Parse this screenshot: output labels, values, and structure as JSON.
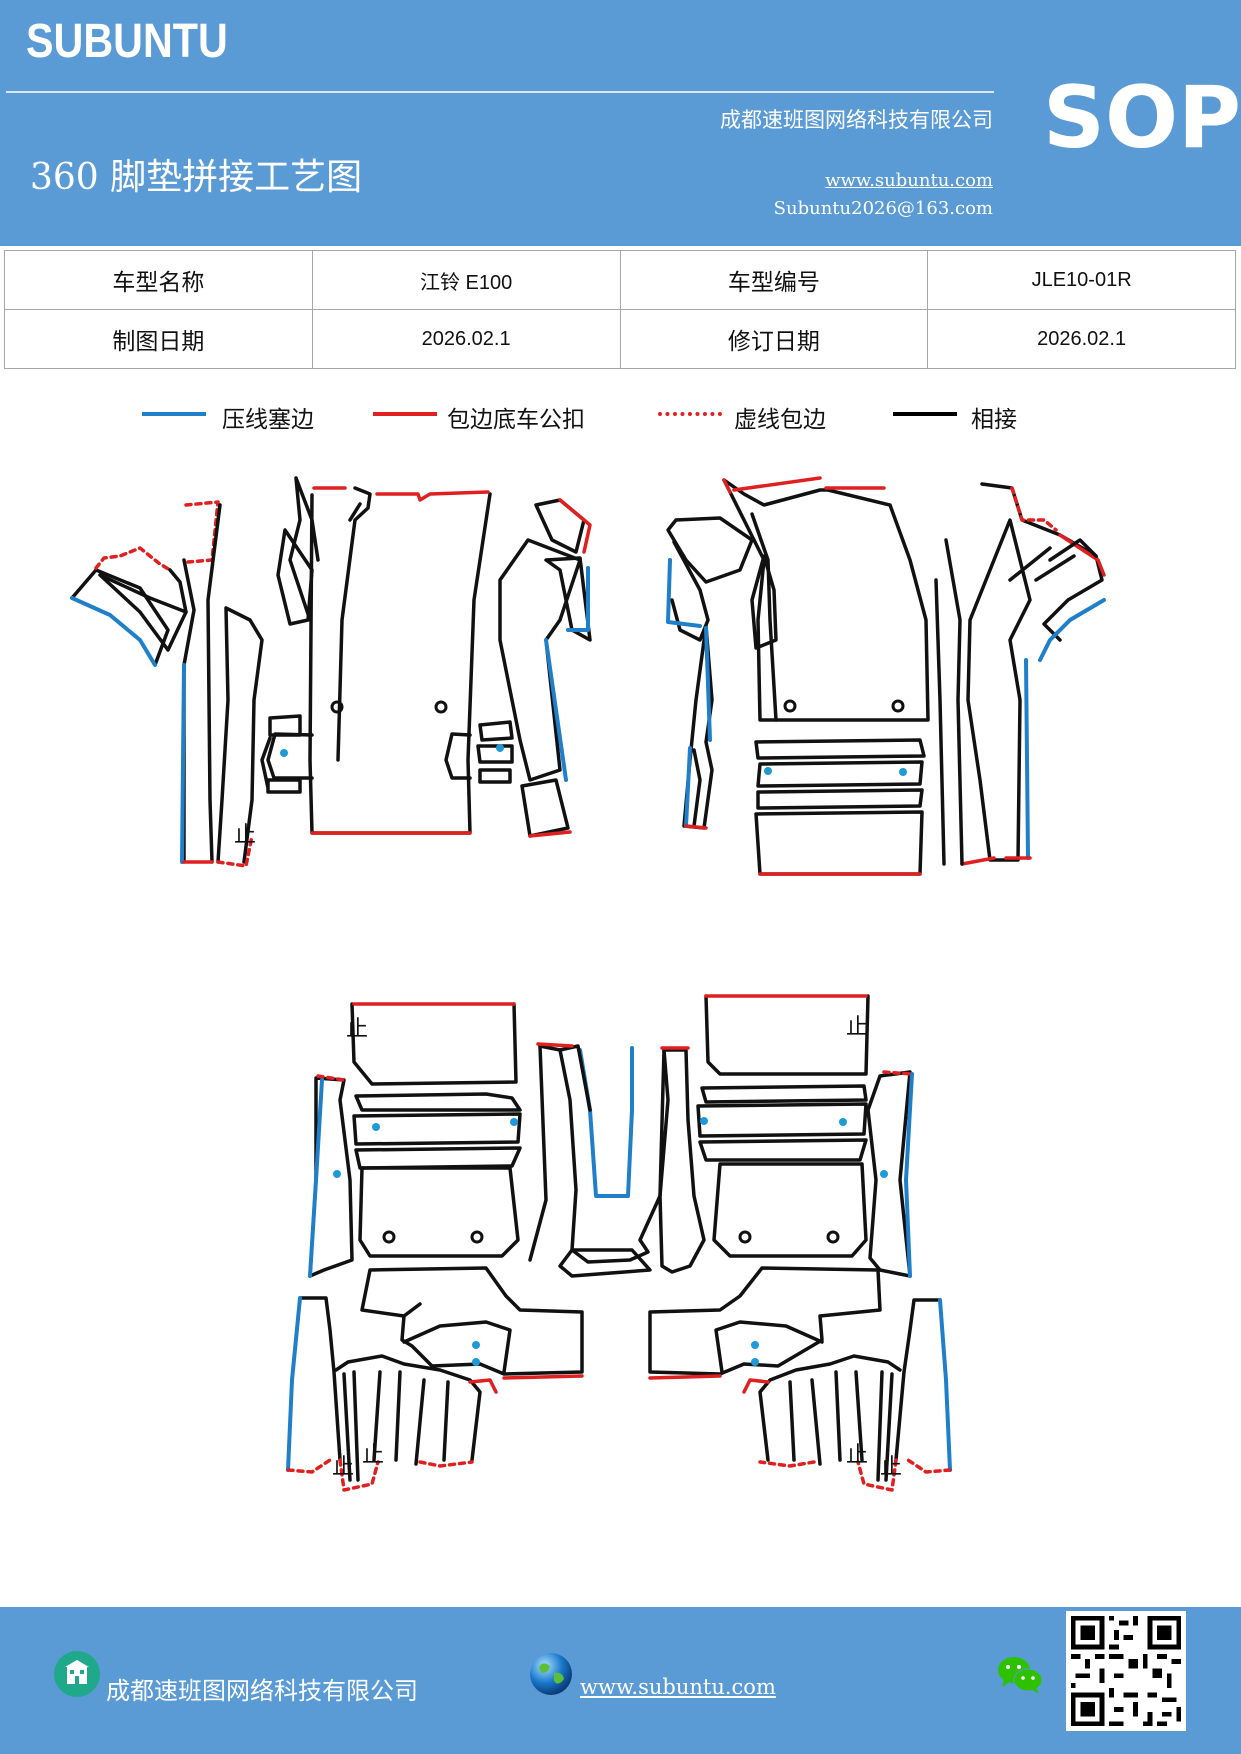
{
  "header": {
    "brand": "SUBUNTU",
    "badge": "SOP",
    "company": "成都速班图网络科技有限公司",
    "title": "360 脚垫拼接工艺图",
    "website": "www.subuntu.com",
    "email": "Subuntu2026@163.com"
  },
  "info_table": {
    "row1": {
      "label1": "车型名称",
      "value1": "江铃 E100",
      "label2": "车型编号",
      "value2": "JLE10-01R"
    },
    "row2": {
      "label1": "制图日期",
      "value1": "2026.02.1",
      "label2": "修订日期",
      "value2": "2026.02.1"
    }
  },
  "legend": [
    {
      "label": "压线塞边",
      "color": "#1f7fc9",
      "style": "solid"
    },
    {
      "label": "包边底车公扣",
      "color": "#e02020",
      "style": "solid"
    },
    {
      "label": "虚线包边",
      "color": "#e02020",
      "style": "dotted"
    },
    {
      "label": "相接",
      "color": "#000000",
      "style": "solid"
    }
  ],
  "drawing": {
    "stop_mark": "止"
  },
  "footer": {
    "company": "成都速班图网络科技有限公司",
    "website": "www.subuntu.com"
  },
  "icons": {
    "building": "building-icon",
    "globe": "globe-icon",
    "wechat": "wechat-icon",
    "qr": "qr-code"
  }
}
